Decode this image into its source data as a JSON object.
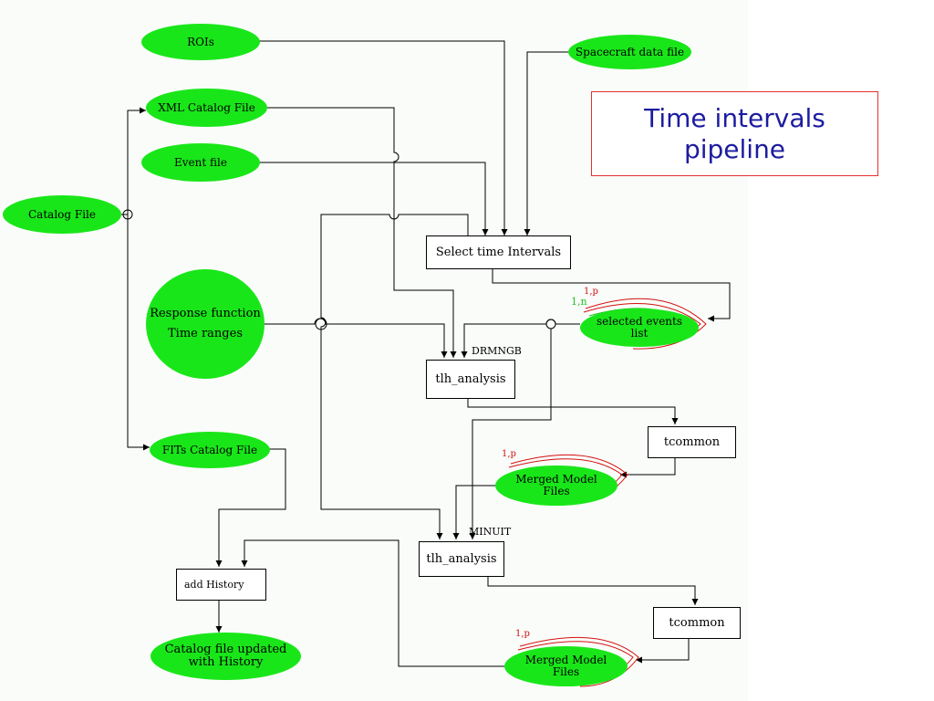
{
  "title": {
    "line1": "Time intervals",
    "line2": "pipeline"
  },
  "colors": {
    "node_fill": "#19e619",
    "title_text": "#1c1ca0",
    "title_border": "#e53030",
    "multiplicity_red": "#d41010",
    "multiplicity_green": "#22c022"
  },
  "nodes": {
    "rois": "ROIs",
    "spacecraft": "Spacecraft data file",
    "xml_catalog": "XML Catalog File",
    "event_file": "Event file",
    "catalog_file": "Catalog File",
    "response_line1": "Response function",
    "response_line2": "Time ranges",
    "select_intervals": "Select time Intervals",
    "selected_events_line1": "selected events",
    "selected_events_line2": "list",
    "tlh_analysis_1": "tlh_analysis",
    "drmngb": "DRMNGB",
    "tcommon_1": "tcommon",
    "merged_1_line1": "Merged Model",
    "merged_1_line2": "Files",
    "fits_catalog": "FITs Catalog File",
    "minuit": "MINUIT",
    "tlh_analysis_2": "tlh_analysis",
    "add_history": "add History",
    "tcommon_2": "tcommon",
    "catalog_updated_line1": "Catalog file updated",
    "catalog_updated_line2": "with History",
    "merged_2_line1": "Merged Model",
    "merged_2_line2": "Files"
  },
  "multiplicity": {
    "events_red": "1,p",
    "events_green": "1,n",
    "merged_1": "1,p",
    "merged_2": "1,p"
  }
}
